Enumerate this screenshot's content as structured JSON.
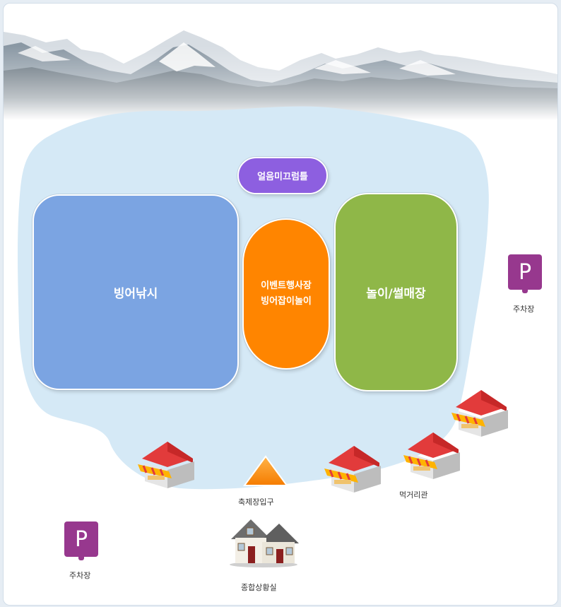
{
  "zones": {
    "ice_slide": "얼음미끄럼틀",
    "ice_fishing": "빙어낚시",
    "event_line1": "이벤트행사장",
    "event_line2": "빙어잡이놀이",
    "play_sled": "놀이/썰매장"
  },
  "labels": {
    "parking_right": "주차장",
    "parking_left": "주차장",
    "entrance": "축제장입구",
    "food_court": "먹거리관",
    "info_center": "종합상황실"
  },
  "parking_symbol": "P",
  "colors": {
    "lake": "#d5e9f6",
    "ice_fishing": "#7ba4e2",
    "event": "#ff8500",
    "play_sled": "#8fb748",
    "ice_slide": "#8d5fe0",
    "parking": "#97388e",
    "entrance": "#ff8a00"
  },
  "icons": {
    "parking": "parking-sign-icon",
    "stall": "food-stall-icon",
    "entrance": "entrance-triangle-icon",
    "info_center": "house-icon"
  }
}
